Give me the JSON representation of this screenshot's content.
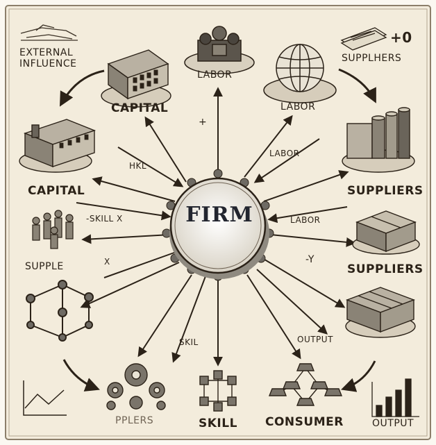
{
  "center": {
    "label": "FIRM"
  },
  "labels": {
    "external_influence": [
      "EXTERNAL",
      "INFLUENCE"
    ],
    "plus_zero": "+0",
    "suppliers_top": "SUPPLHERS",
    "labor_top": "LABOR",
    "labor_right": "LABOR",
    "capital_upper": "CAPITAL",
    "capital_left": "CAPITAL",
    "plus": "+",
    "hkl": "HKL",
    "labor_mid": "LABOR",
    "suppliers_mid": "SUPPLIERS",
    "skill_x": "-SKILL X",
    "labor_lower": "LABOR",
    "x": "X",
    "supple": "SUPPLE",
    "y": "-Y",
    "suppliers_right": "SUPPLIERS",
    "skil": "SKIL",
    "output_mid": "OUTPUT",
    "pplers": "PPLERS",
    "skill": "SKILL",
    "consumer": "CONSUMER",
    "output_bottom": "OUTPUT"
  },
  "icons": {
    "top_left": "handshake-sketch-icon",
    "top_center": "machinery-icon",
    "top_right": "globe-icon",
    "suppliers_top": "documents-icon",
    "capital_building": "building-icon",
    "capital_factory": "factory-icon",
    "suppliers_factory": "factory-silos-icon",
    "workers": "workers-icon",
    "supplies_box": "box-icon",
    "network_frame": "network-frame-icon",
    "warehouse": "warehouse-icon",
    "gears": "gears-icon",
    "skill_network": "network-icon",
    "consumer_network": "consumer-network-icon",
    "line_graph": "line-graph-icon",
    "bar_graph": "bar-graph-icon"
  },
  "colors": {
    "paper": "#f3ecdc",
    "ink": "#2b2218",
    "firm_text": "#22252f"
  }
}
